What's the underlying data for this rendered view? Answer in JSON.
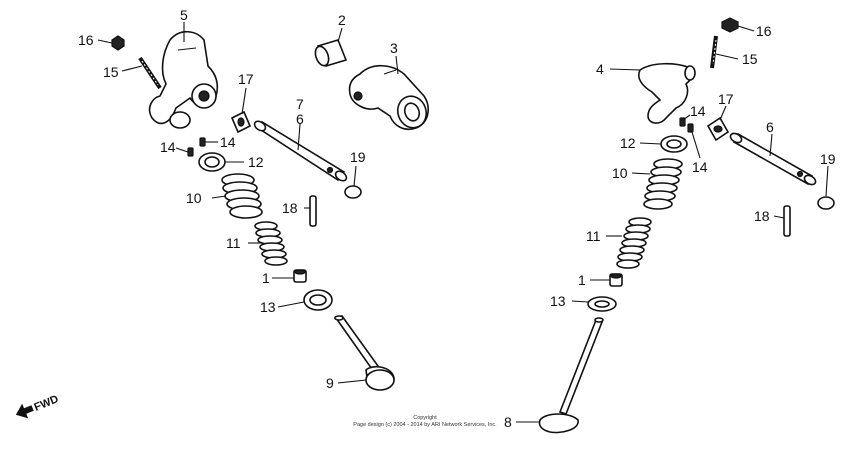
{
  "diagram": {
    "fwd_label": "FWD",
    "copyright_line1": "Copyright",
    "copyright_line2": "Page design (c) 2004 - 2014 by ARI Network Services, Inc.",
    "callouts": [
      {
        "id": "c-5",
        "text": "5"
      },
      {
        "id": "c-16l",
        "text": "16"
      },
      {
        "id": "c-15l",
        "text": "15"
      },
      {
        "id": "c-2",
        "text": "2"
      },
      {
        "id": "c-3",
        "text": "3"
      },
      {
        "id": "c-17l",
        "text": "17"
      },
      {
        "id": "c-7",
        "text": "7"
      },
      {
        "id": "c-6l",
        "text": "6"
      },
      {
        "id": "c-14a",
        "text": "14"
      },
      {
        "id": "c-14b",
        "text": "14"
      },
      {
        "id": "c-12l",
        "text": "12"
      },
      {
        "id": "c-19l",
        "text": "19"
      },
      {
        "id": "c-10l",
        "text": "10"
      },
      {
        "id": "c-18l",
        "text": "18"
      },
      {
        "id": "c-11l",
        "text": "11"
      },
      {
        "id": "c-1l",
        "text": "1"
      },
      {
        "id": "c-13l",
        "text": "13"
      },
      {
        "id": "c-9",
        "text": "9"
      },
      {
        "id": "c-16r",
        "text": "16"
      },
      {
        "id": "c-15r",
        "text": "15"
      },
      {
        "id": "c-4",
        "text": "4"
      },
      {
        "id": "c-17r",
        "text": "17"
      },
      {
        "id": "c-14c",
        "text": "14"
      },
      {
        "id": "c-14d",
        "text": "14"
      },
      {
        "id": "c-12r",
        "text": "12"
      },
      {
        "id": "c-6r",
        "text": "6"
      },
      {
        "id": "c-19r",
        "text": "19"
      },
      {
        "id": "c-10r",
        "text": "10"
      },
      {
        "id": "c-18r",
        "text": "18"
      },
      {
        "id": "c-11r",
        "text": "11"
      },
      {
        "id": "c-1r",
        "text": "1"
      },
      {
        "id": "c-13r",
        "text": "13"
      },
      {
        "id": "c-8",
        "text": "8"
      }
    ]
  }
}
